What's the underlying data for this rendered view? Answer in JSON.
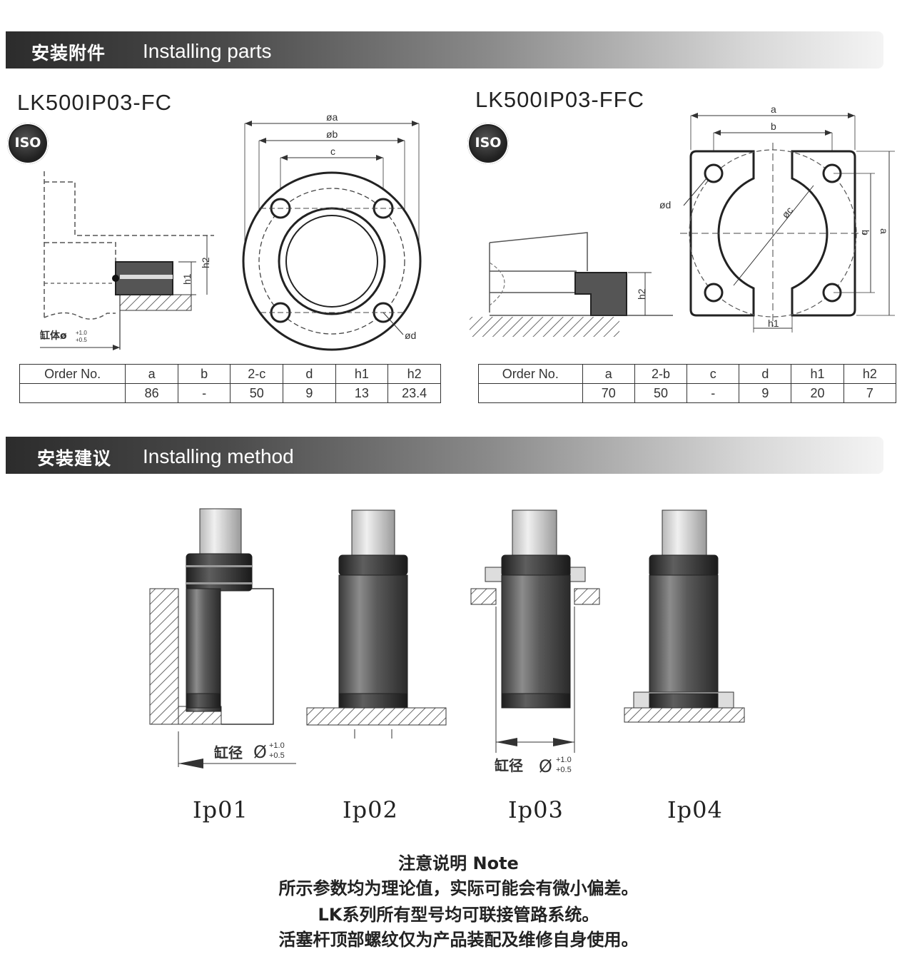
{
  "section1": {
    "title_zh": "安装附件",
    "title_en": "Installing parts"
  },
  "section2": {
    "title_zh": "安装建议",
    "title_en": "Installing method"
  },
  "left_part": {
    "model": "LK500IP03-FC",
    "badge": "ISO",
    "dims": {
      "oa": "øa",
      "ob": "øb",
      "c": "c",
      "od": "ød",
      "h1": "h1",
      "h2": "h2",
      "bore_label": "缸体ø",
      "bore_tol_up": "+1.0",
      "bore_tol_down": "+0.5"
    },
    "table": {
      "headers": [
        "Order No.",
        "a",
        "b",
        "2-c",
        "d",
        "h1",
        "h2"
      ],
      "values": [
        "",
        "86",
        "-",
        "50",
        "9",
        "13",
        "23.4"
      ]
    }
  },
  "right_part": {
    "model": "LK500IP03-FFC",
    "badge": "ISO",
    "dims": {
      "a": "a",
      "b": "b",
      "od": "ød",
      "oc": "øc",
      "h1": "h1",
      "h2": "h2"
    },
    "table": {
      "headers": [
        "Order No.",
        "a",
        "2-b",
        "c",
        "d",
        "h1",
        "h2"
      ],
      "values": [
        "",
        "70",
        "50",
        "-",
        "9",
        "20",
        "7"
      ]
    }
  },
  "methods": {
    "items": [
      {
        "label": "Ip01"
      },
      {
        "label": "Ip02"
      },
      {
        "label": "Ip03"
      },
      {
        "label": "Ip04"
      }
    ],
    "bore_label": "缸径",
    "bore_symbol": "Ø",
    "tol_up": "+1.0",
    "tol_down": "+0.5"
  },
  "note": {
    "title": "注意说明 Note",
    "lines": [
      "所示参数均为理论值，实际可能会有微小偏差。",
      "LK系列所有型号均可联接管路系统。",
      "活塞杆顶部螺纹仅为产品装配及维修自身使用。"
    ]
  }
}
